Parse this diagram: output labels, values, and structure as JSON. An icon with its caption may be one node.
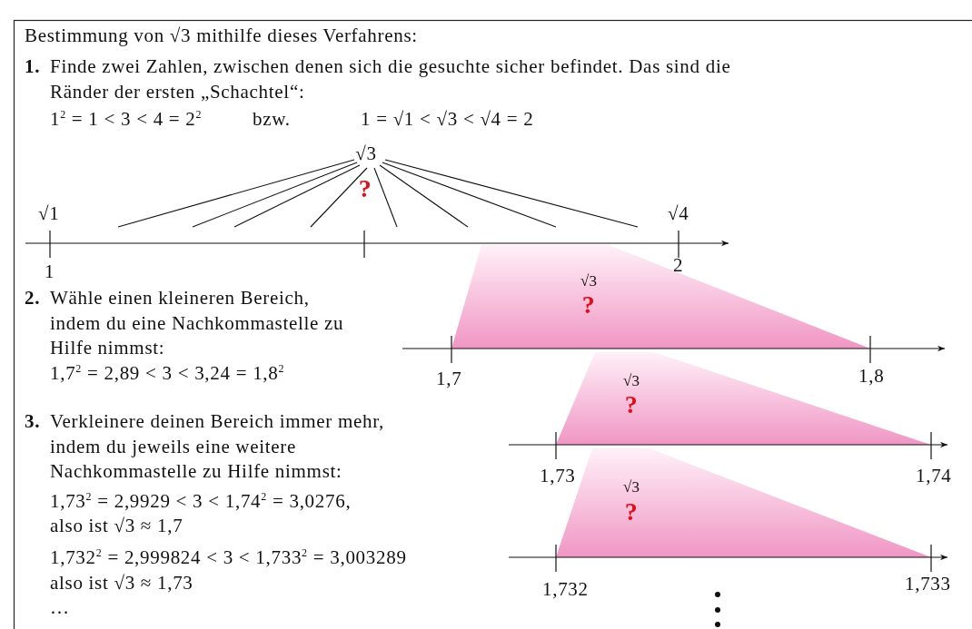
{
  "diagram": {
    "labels": [
      "Bestimmung von √3 mithilfe dieses Verfahrens:",
      "1.",
      "Finde zwei Zahlen, zwischen denen sich die gesuchte sicher befindet. Das sind die Ränder der ersten „Schachtel“:",
      "1$^{2}$ = 1 < 3 < 4 = 2$^{2}$",
      "bzw.",
      "1 = √1 < √3 < √4 = 2",
      "√3",
      "?",
      "√1",
      "√4",
      "1",
      "2",
      "√3",
      "2.",
      "Wähle einen kleineren Bereich, indem du eine Nachkommastelle zu Hilfe nimmst:",
      "?",
      "1,7$^{2}$ = 2,89 < 3 < 3,24 = 1,8$^{2}$",
      "1,7",
      "√3",
      "1,8",
      "?",
      "3.",
      "Verkleinere deinen Bereich immer mehr, indem du jeweils eine weitere Nachkommastelle zu Hilfe nimmst:",
      "1,73",
      "1,74",
      "√3",
      "1,73$^{2}$ = 2,9929 < 3 < 1,74$^{2}$ = 3,0276,",
      "?",
      "also ist √3 ≈ 1,7",
      "1,732$^{2}$ = 2,999824 < 3 < 1,733$^{2}$ = 3,003289",
      "also ist √3 ≈ 1,73",
      "1,732",
      "1,733",
      "…"
    ]
  }
}
